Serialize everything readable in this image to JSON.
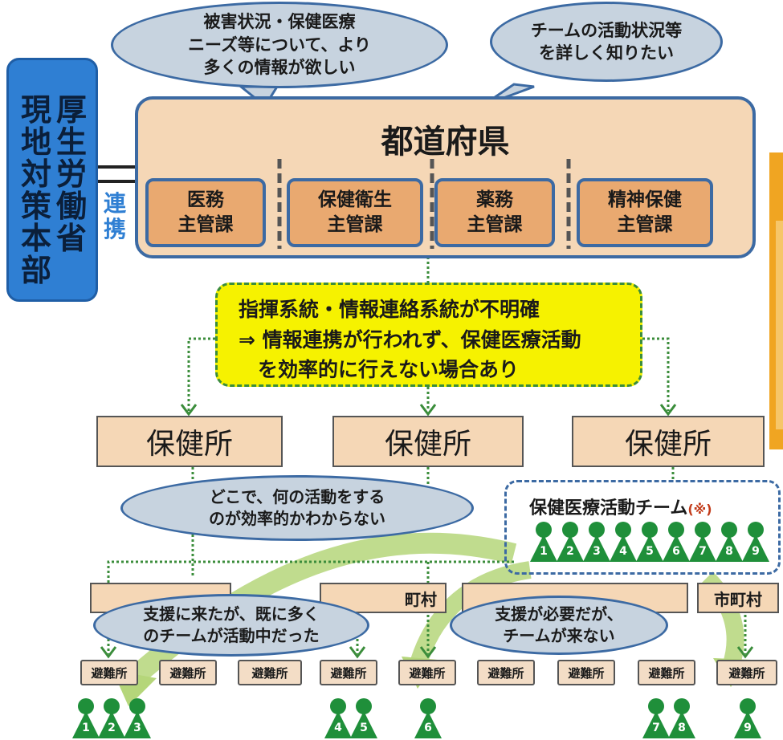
{
  "colors": {
    "hq_blue": "#2f7fd3",
    "pref_fill": "#f5d7b6",
    "dept_fill": "#e9a970",
    "note_yellow": "#f6f200",
    "bubble_gray": "#c7d3df",
    "outline_blue": "#3c6aa3",
    "team_green": "#1f8f3a",
    "arrow_green": "#b5d67a"
  },
  "bubbles": {
    "top_left": "被害状況・保健医療\nニーズ等について、より\n多くの情報が欲しい",
    "top_right": "チームの活動状況等\nを詳しく知りたい",
    "middle": "どこで、何の活動をする\nのが効率的かわからない",
    "bottom_left": "支援に来たが、既に多く\nのチームが活動中だった",
    "bottom_right": "支援が必要だが、\nチームが来ない"
  },
  "hq": {
    "col1": [
      "現",
      "地",
      "対",
      "策",
      "本",
      "部"
    ],
    "col2": [
      "厚",
      "生",
      "労",
      "働",
      "省"
    ]
  },
  "link_label": [
    "連",
    "携"
  ],
  "prefecture": {
    "title": "都道府県",
    "departments": [
      "医務\n主管課",
      "保健衛生\n主管課",
      "薬務\n主管課",
      "精神保健\n主管課"
    ]
  },
  "note": {
    "line1": "指揮系統・情報連絡系統が不明確",
    "line2": "⇒  情報連携が行われず、保健医療活動",
    "line3": "を効率的に行えない場合あり"
  },
  "health_centers": [
    "保健所",
    "保健所",
    "保健所"
  ],
  "team": {
    "label": "保健医療活動チーム",
    "mark": "(※)",
    "members": [
      "1",
      "2",
      "3",
      "4",
      "5",
      "6",
      "7",
      "8",
      "9"
    ]
  },
  "municipalities": [
    "町村",
    "市町村"
  ],
  "shelters": [
    "避難所",
    "避難所",
    "避難所",
    "避難所",
    "避難所",
    "避難所",
    "避難所",
    "避難所",
    "避難所"
  ],
  "bottom_teams": {
    "group_a": [
      "1",
      "2",
      "3"
    ],
    "group_b": [
      "4",
      "5"
    ],
    "group_c": [
      "6"
    ],
    "group_d": [
      "7",
      "8"
    ],
    "group_e": [
      "9"
    ]
  }
}
